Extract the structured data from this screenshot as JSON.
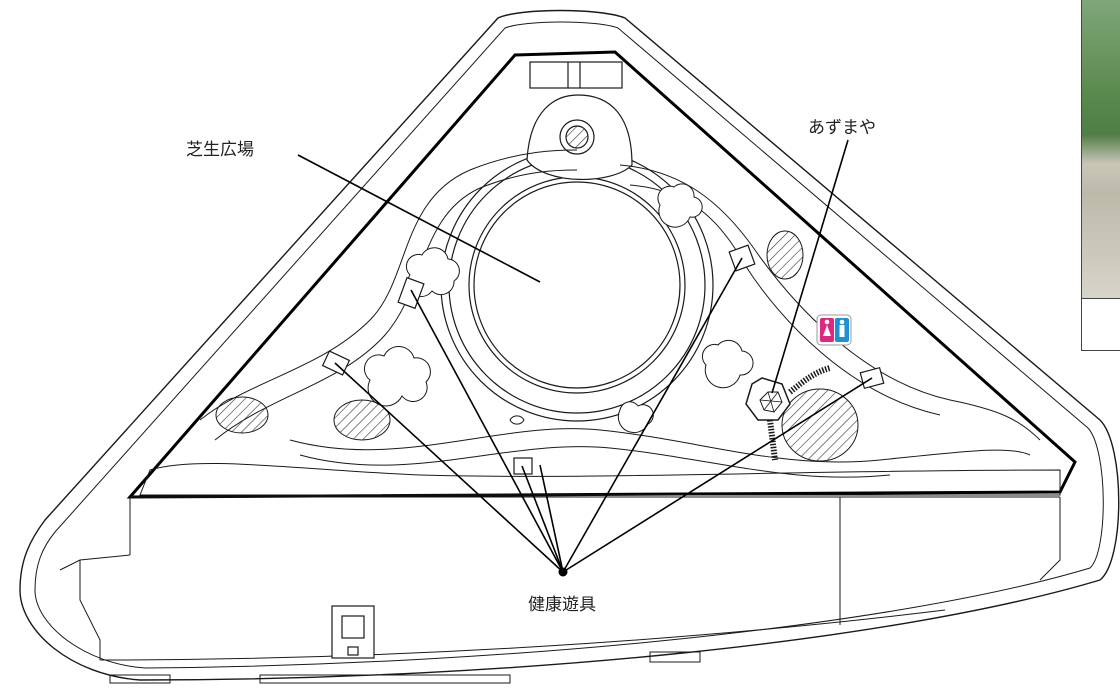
{
  "labels": {
    "lawn_plaza": "芝生広場",
    "gazebo": "あずまや",
    "fitness_equipment": "健康遊具"
  },
  "icons": {
    "toilet": "restroom-icon",
    "gazebo_symbol": "hexagon-gazebo-icon"
  },
  "colors": {
    "line": "#1a1a1a",
    "restroom_female": "#e0277f",
    "restroom_male": "#1f8fd6",
    "hatch": "#333333"
  }
}
